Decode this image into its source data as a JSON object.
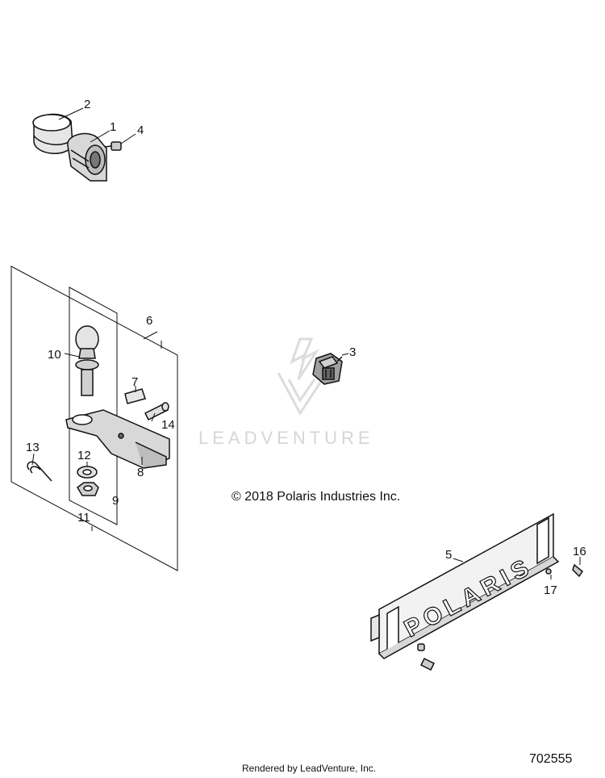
{
  "callouts": {
    "c1": "1",
    "c2": "2",
    "c3": "3",
    "c4": "4",
    "c5": "5",
    "c6": "6",
    "c7": "7",
    "c8": "8",
    "c9": "9",
    "c10": "10",
    "c11": "11",
    "c12": "12",
    "c13": "13",
    "c14": "14",
    "c16": "16",
    "c17": "17"
  },
  "copyright": "© 2018 Polaris Industries Inc.",
  "watermark": "LEADVENTURE",
  "plate_brand": "POLARIS",
  "rendered_by": "Rendered by LeadVenture, Inc.",
  "diagram_id": "702555",
  "colors": {
    "line": "#111111",
    "part_fill": "#e6e6e6",
    "part_dark": "#555555",
    "watermark": "#d6d6d6"
  }
}
